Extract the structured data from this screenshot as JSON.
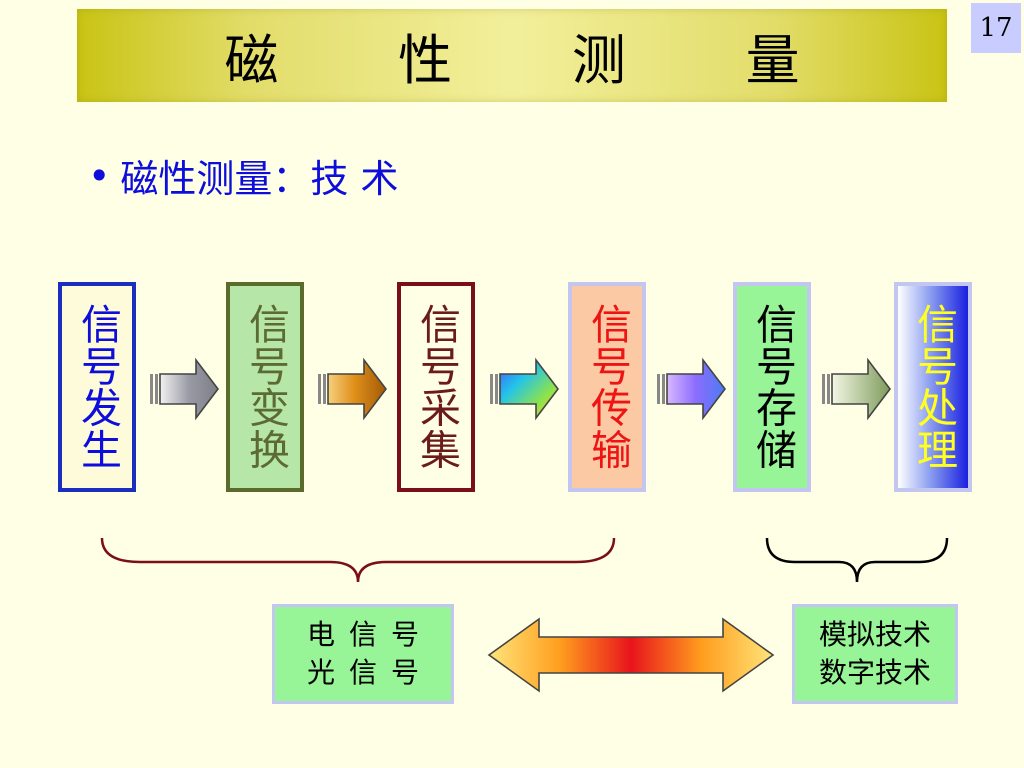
{
  "title": "磁 性 测 量",
  "page_number": "17",
  "bullet": {
    "marker": "•",
    "text": "磁性测量：技 术"
  },
  "chain": [
    {
      "label": "信号发生"
    },
    {
      "label": "信号变换"
    },
    {
      "label": "信号采集"
    },
    {
      "label": "信号传输"
    },
    {
      "label": "信号存储"
    },
    {
      "label": "信号处理"
    }
  ],
  "left_group": {
    "line1": "电信号",
    "line2": "光信号"
  },
  "right_group": {
    "line1": "模拟技术",
    "line2": "数字技术"
  },
  "colors": {
    "background": "#ffffe6",
    "bullet_text": "#0d0ddc",
    "brace_left": "#7a0e1a",
    "brace_right": "#000000"
  }
}
